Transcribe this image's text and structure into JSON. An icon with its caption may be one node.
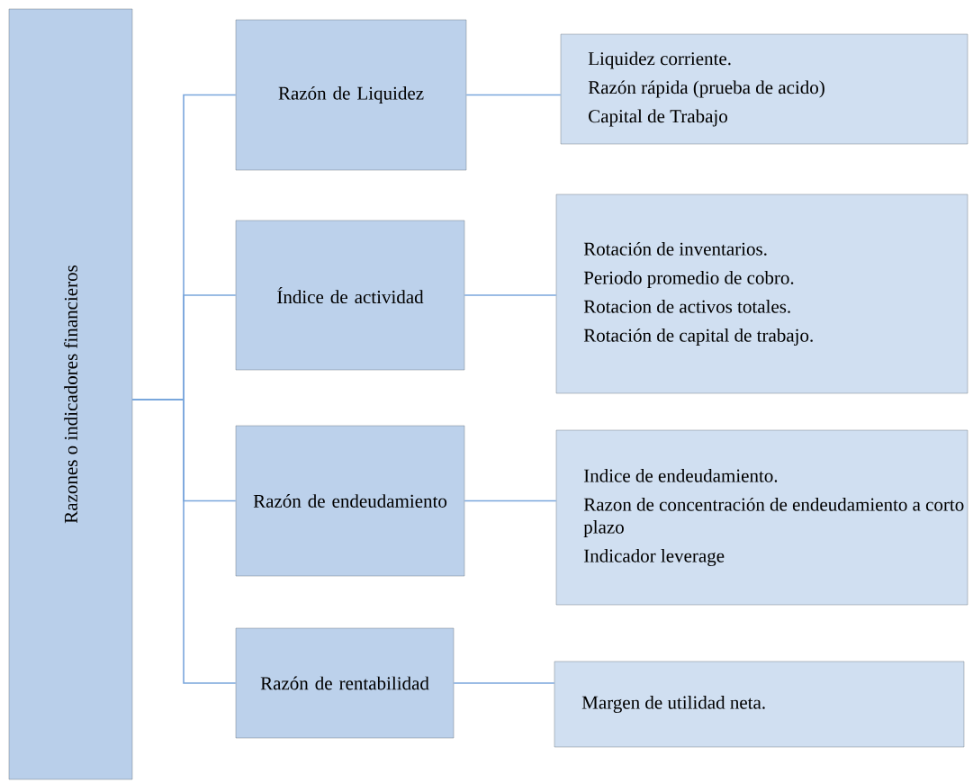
{
  "diagram": {
    "nodes": [
      {
        "text": [
          "Razones o indicadores financieros"
        ]
      },
      {
        "text": [
          "Razón de Liquidez"
        ]
      },
      {
        "text": [
          "Índice de actividad"
        ]
      },
      {
        "text": [
          "Razón de endeudamiento"
        ]
      },
      {
        "text": [
          "Razón de rentabilidad"
        ]
      },
      {
        "text": [
          "Liquidez corriente.",
          "Razón rápida (prueba de acido)",
          "Capital de Trabajo"
        ]
      },
      {
        "text": [
          "Rotación de inventarios.",
          "Periodo promedio de cobro.",
          "Rotacion de activos totales.",
          "Rotación de capital de trabajo."
        ]
      },
      {
        "text": [
          "Indice de endeudamiento.",
          "Razon de concentración de endeudamiento a corto plazo",
          "Indicador leverage"
        ]
      },
      {
        "text": [
          "Margen de utilidad neta."
        ]
      }
    ],
    "edges": [
      {
        "from": 0,
        "to": 1,
        "arrow": "none"
      },
      {
        "from": 0,
        "to": 2,
        "arrow": "none"
      },
      {
        "from": 0,
        "to": 3,
        "arrow": "none"
      },
      {
        "from": 0,
        "to": 4,
        "arrow": "none"
      },
      {
        "from": 1,
        "to": 5,
        "arrow": "none"
      },
      {
        "from": 2,
        "to": 6,
        "arrow": "none"
      },
      {
        "from": 3,
        "to": 7,
        "arrow": "none"
      },
      {
        "from": 4,
        "to": 8,
        "arrow": "none"
      }
    ]
  }
}
